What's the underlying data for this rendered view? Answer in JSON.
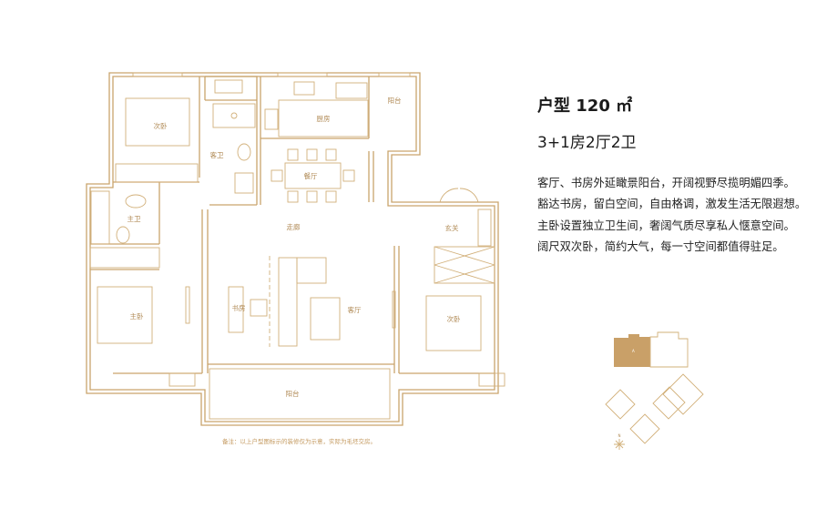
{
  "header": {
    "title": "户型 120 ㎡",
    "layout": "3+1房2厅2卫"
  },
  "description": [
    "客厅、书房外延瞰景阳台，开阔视野尽揽明媚四季。",
    "豁达书房，留白空间，自由格调，激发生活无限遐想。",
    "主卧设置独立卫生间，奢阔气质尽享私人惬意空间。",
    "阔尺双次卧，简约大气，每一寸空间都值得驻足。"
  ],
  "rooms": {
    "bedroom2_top": "次卧",
    "guest_bath": "客卫",
    "kitchen": "厨房",
    "balcony_top": "阳台",
    "dining": "餐厅",
    "master_bath": "主卫",
    "corridor": "走廊",
    "foyer": "玄关",
    "study": "书房",
    "living": "客厅",
    "master_bedroom": "主卧",
    "bedroom2_right": "次卧",
    "balcony_bottom": "阳台"
  },
  "note": "备注：以上户型图标示的装修仅为示意，实际为毛坯交房。",
  "sitemap": {
    "unit_label": "A",
    "compass": "N"
  },
  "colors": {
    "line": "#c9a46c",
    "highlight": "#c9a068",
    "text": "#1a1a1a"
  }
}
